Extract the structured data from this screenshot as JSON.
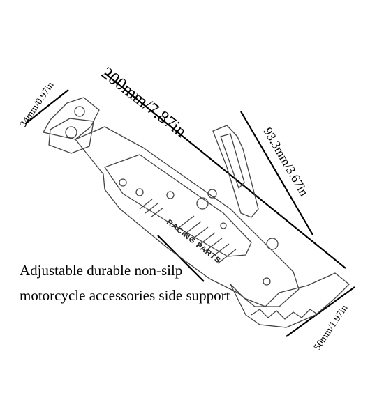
{
  "dimensions": {
    "length": "200mm/7.87in",
    "height": "93.3mm/3.67in",
    "top_width": "24mm/0.97in",
    "bottom_width": "50mm/1.97in"
  },
  "engraving": "RACING PARTS",
  "caption": {
    "line1": "Adjustable durable non-silp",
    "line2": "motorcycle accessories side support"
  },
  "colors": {
    "ink": "#000000",
    "line": "#444444",
    "background": "#ffffff"
  }
}
